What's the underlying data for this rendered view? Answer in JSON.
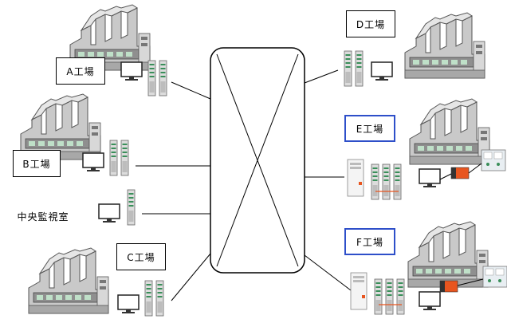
{
  "labels": {
    "a": "A工場",
    "b": "B工場",
    "c": "C工場",
    "d": "D工場",
    "e": "E工場",
    "f": "F工場",
    "center": "中央監視室"
  },
  "colors": {
    "highlight_border": "#2e4fc9",
    "factory_fill": "#c9c9c9",
    "factory_dark": "#8f8f8f",
    "tower_fill": "#dcdcdc",
    "plc_orange": "#e8551f"
  }
}
